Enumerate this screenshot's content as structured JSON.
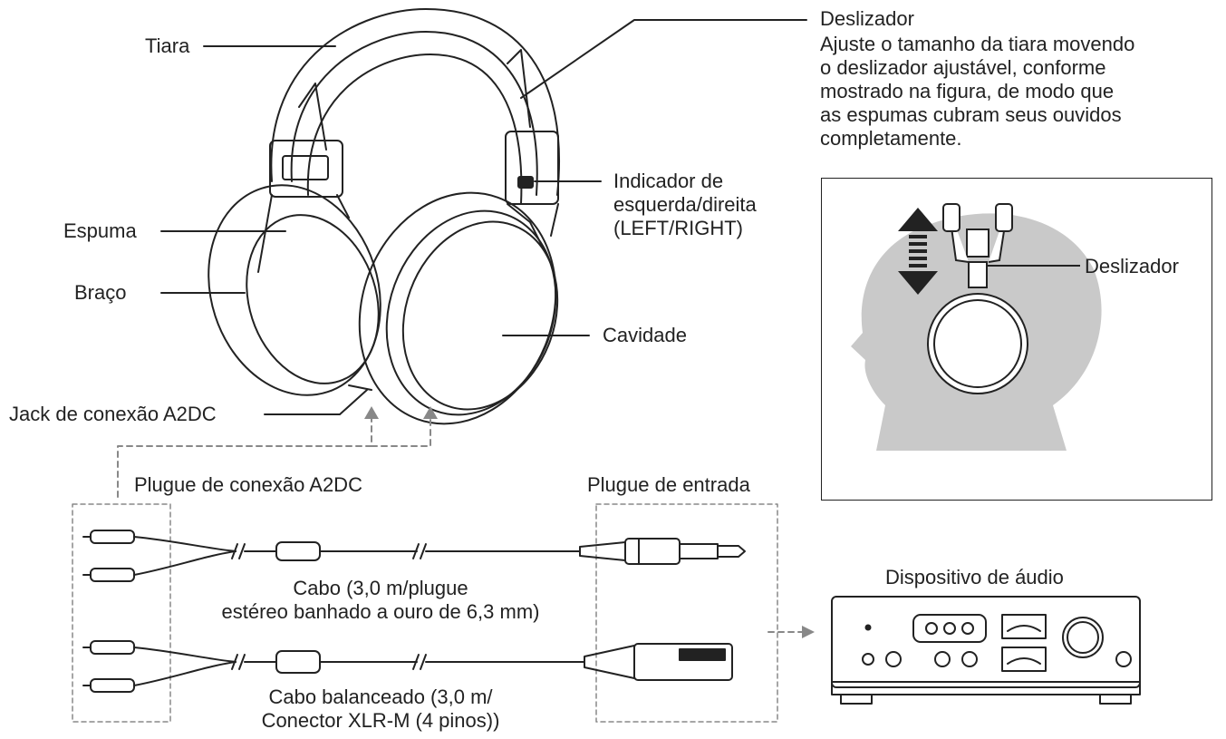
{
  "labels": {
    "tiara": "Tiara",
    "espuma": "Espuma",
    "braco": "Braço",
    "cavidade": "Cavidade",
    "indicador": "Indicador de\nesquerda/direita\n(LEFT/RIGHT)",
    "jack": "Jack de conexão A2DC",
    "plugue_a2dc": "Plugue de conexão A2DC",
    "plugue_entrada": "Plugue de entrada",
    "cabo1": "Cabo (3,0 m/plugue\nestéreo banhado a ouro de 6,3 mm)",
    "cabo2": "Cabo balanceado (3,0 m/\nConector XLR-M (4 pinos))",
    "dispositivo": "Dispositivo de áudio"
  },
  "deslizador": {
    "title": "Deslizador",
    "description": "Ajuste o tamanho da tiara movendo\no deslizador ajustável, conforme\nmostrado na figura, de modo que\nas espumas cubram seus ouvidos\ncompletamente.",
    "inset_label": "Deslizador"
  },
  "icons": {
    "headphones": "headphones-drawing",
    "head": "head-silhouette",
    "cable": "cable-drawing",
    "device": "audio-device-drawing"
  }
}
